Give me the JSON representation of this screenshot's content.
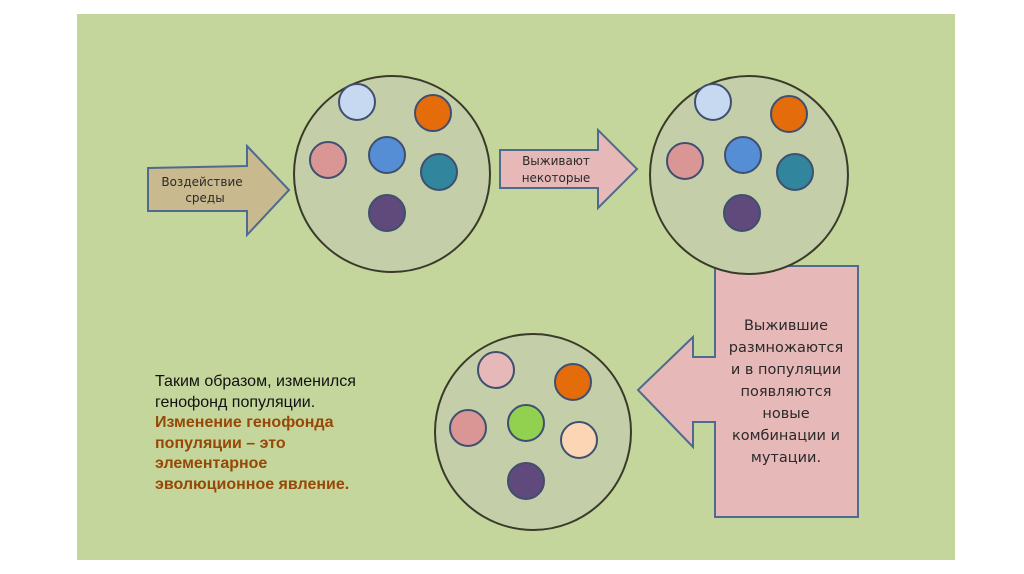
{
  "colors": {
    "slide_bg": "#c4d69b",
    "population_fill": "#c4cfaa",
    "arrow_env": "#c9b98f",
    "arrow_pink": "#e6b9b8",
    "emphasis": "#974706"
  },
  "arrow_environment": {
    "line1": "Воздействие",
    "line2": "среды"
  },
  "arrow_survive": {
    "line1": "Выживают",
    "line2": "некоторые"
  },
  "callout": {
    "lines": [
      "Выжившие",
      "размножаются",
      "и в популяции",
      "появляются",
      "новые",
      "комбинации и",
      "мутации."
    ]
  },
  "summary": {
    "line1": "Таким образом, изменился",
    "line2": "генофонд популяции.",
    "emphasis_lines": [
      "Изменение генофонда",
      "популяции – это",
      "элементарное",
      "эволюционное явление."
    ]
  }
}
